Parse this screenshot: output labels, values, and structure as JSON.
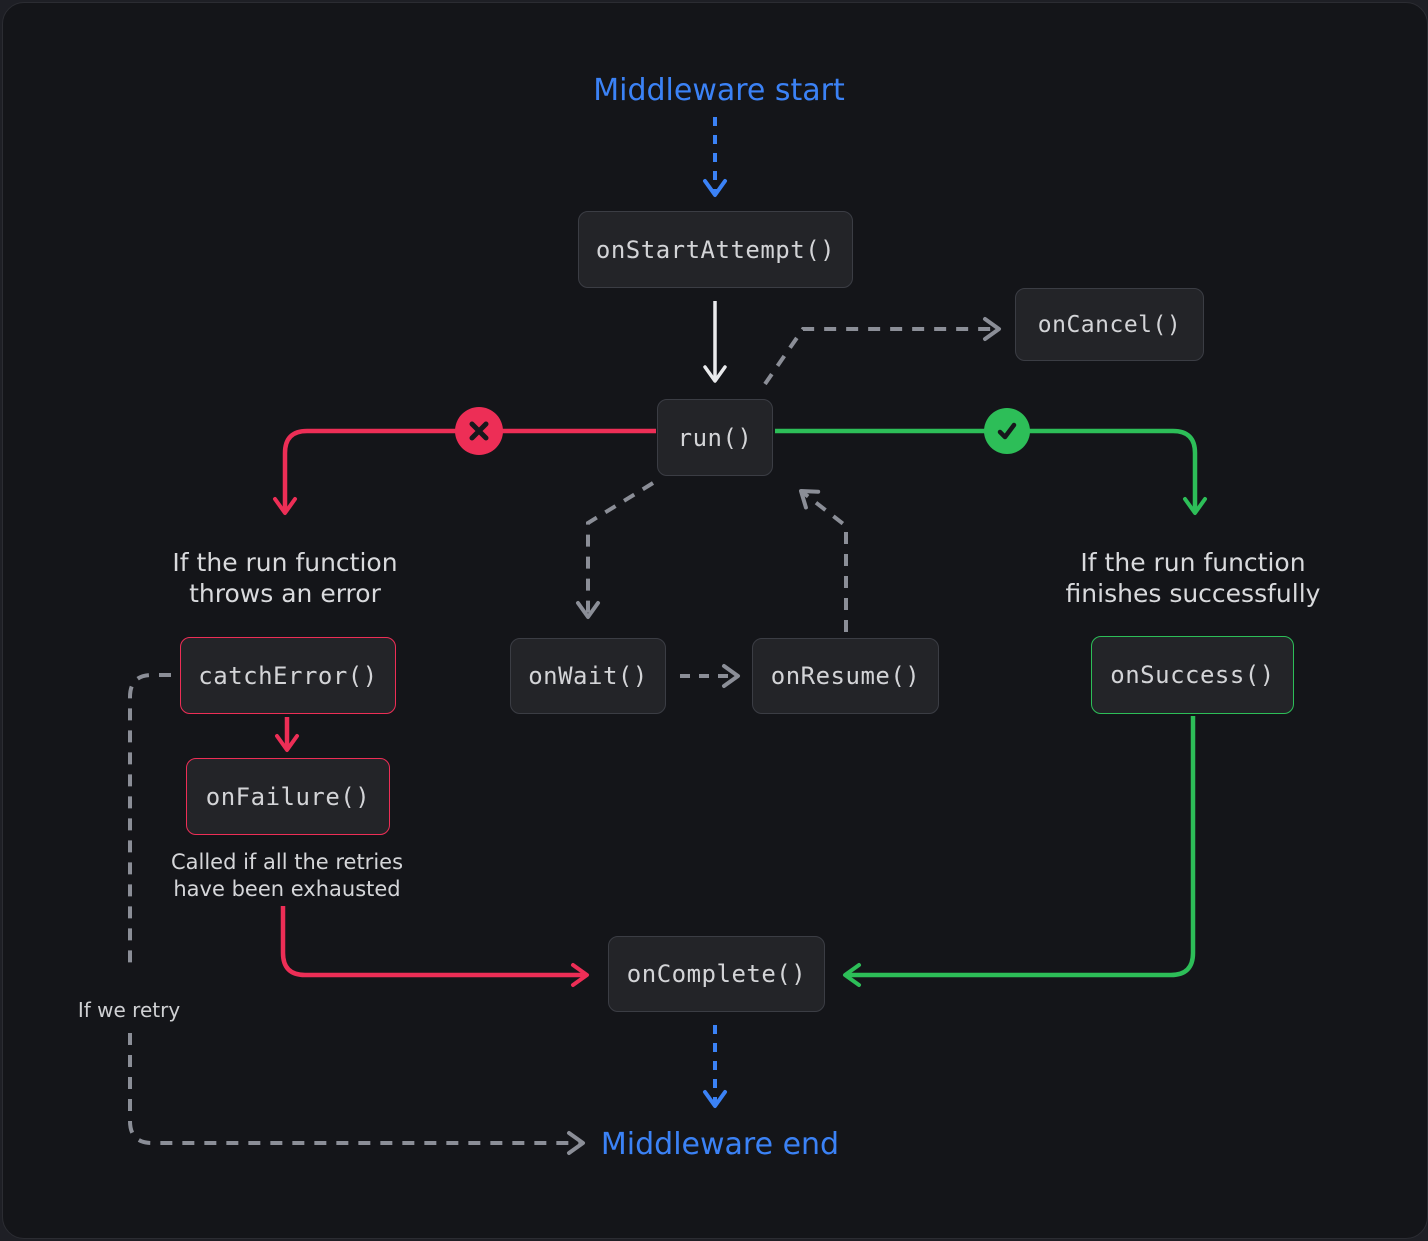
{
  "diagram": {
    "start_label": "Middleware start",
    "end_label": "Middleware end",
    "nodes": {
      "on_start_attempt": "onStartAttempt()",
      "on_cancel": "onCancel()",
      "run": "run()",
      "on_wait": "onWait()",
      "on_resume": "onResume()",
      "on_success": "onSuccess()",
      "catch_error": "catchError()",
      "on_failure": "onFailure()",
      "on_complete": "onComplete()"
    },
    "captions": {
      "error_line1": "If the run function",
      "error_line2": "throws an error",
      "success_line1": "If the run function",
      "success_line2": "finishes successfully",
      "failure_line1": "Called if all the retries",
      "failure_line2": "have been exhausted",
      "retry": "If we retry"
    },
    "icons": {
      "error_badge": "x-icon",
      "success_badge": "check-icon"
    },
    "colors": {
      "accent_blue": "#3b82f6",
      "error_red": "#ed2e56",
      "success_green": "#2dbe58",
      "neutral_gray": "#8b8e97",
      "node_background": "#232428",
      "canvas_background": "#141519"
    }
  }
}
